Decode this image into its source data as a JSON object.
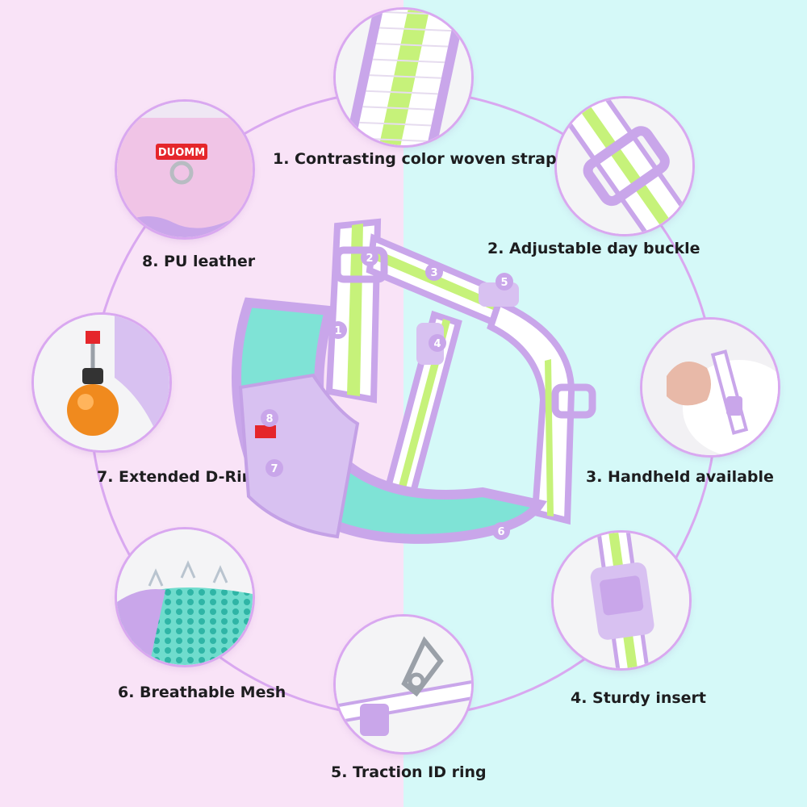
{
  "features": [
    {
      "num": "1",
      "label": "1. Contrasting color woven strap",
      "icon": "woven-strap-icon"
    },
    {
      "num": "2",
      "label": "2. Adjustable day buckle",
      "icon": "day-buckle-icon"
    },
    {
      "num": "3",
      "label": "3. Handheld available",
      "icon": "hand-icon"
    },
    {
      "num": "4",
      "label": "4. Sturdy insert",
      "icon": "insert-buckle-icon"
    },
    {
      "num": "5",
      "label": "5. Traction ID ring",
      "icon": "clip-ring-icon"
    },
    {
      "num": "6",
      "label": "6. Breathable Mesh",
      "icon": "mesh-icon"
    },
    {
      "num": "7",
      "label": "7. Extended D-Ring",
      "icon": "led-tag-icon"
    },
    {
      "num": "8",
      "label": "8. PU leather",
      "icon": "leather-patch-icon"
    }
  ],
  "brand_tag": "DUOMM",
  "colors": {
    "left_bg": "#f9e3f7",
    "right_bg": "#d5f9f8",
    "ring": "#d9a8f0",
    "lavender": "#c9a6ea",
    "mint": "#7fe3d6",
    "lime": "#c6f27a"
  }
}
